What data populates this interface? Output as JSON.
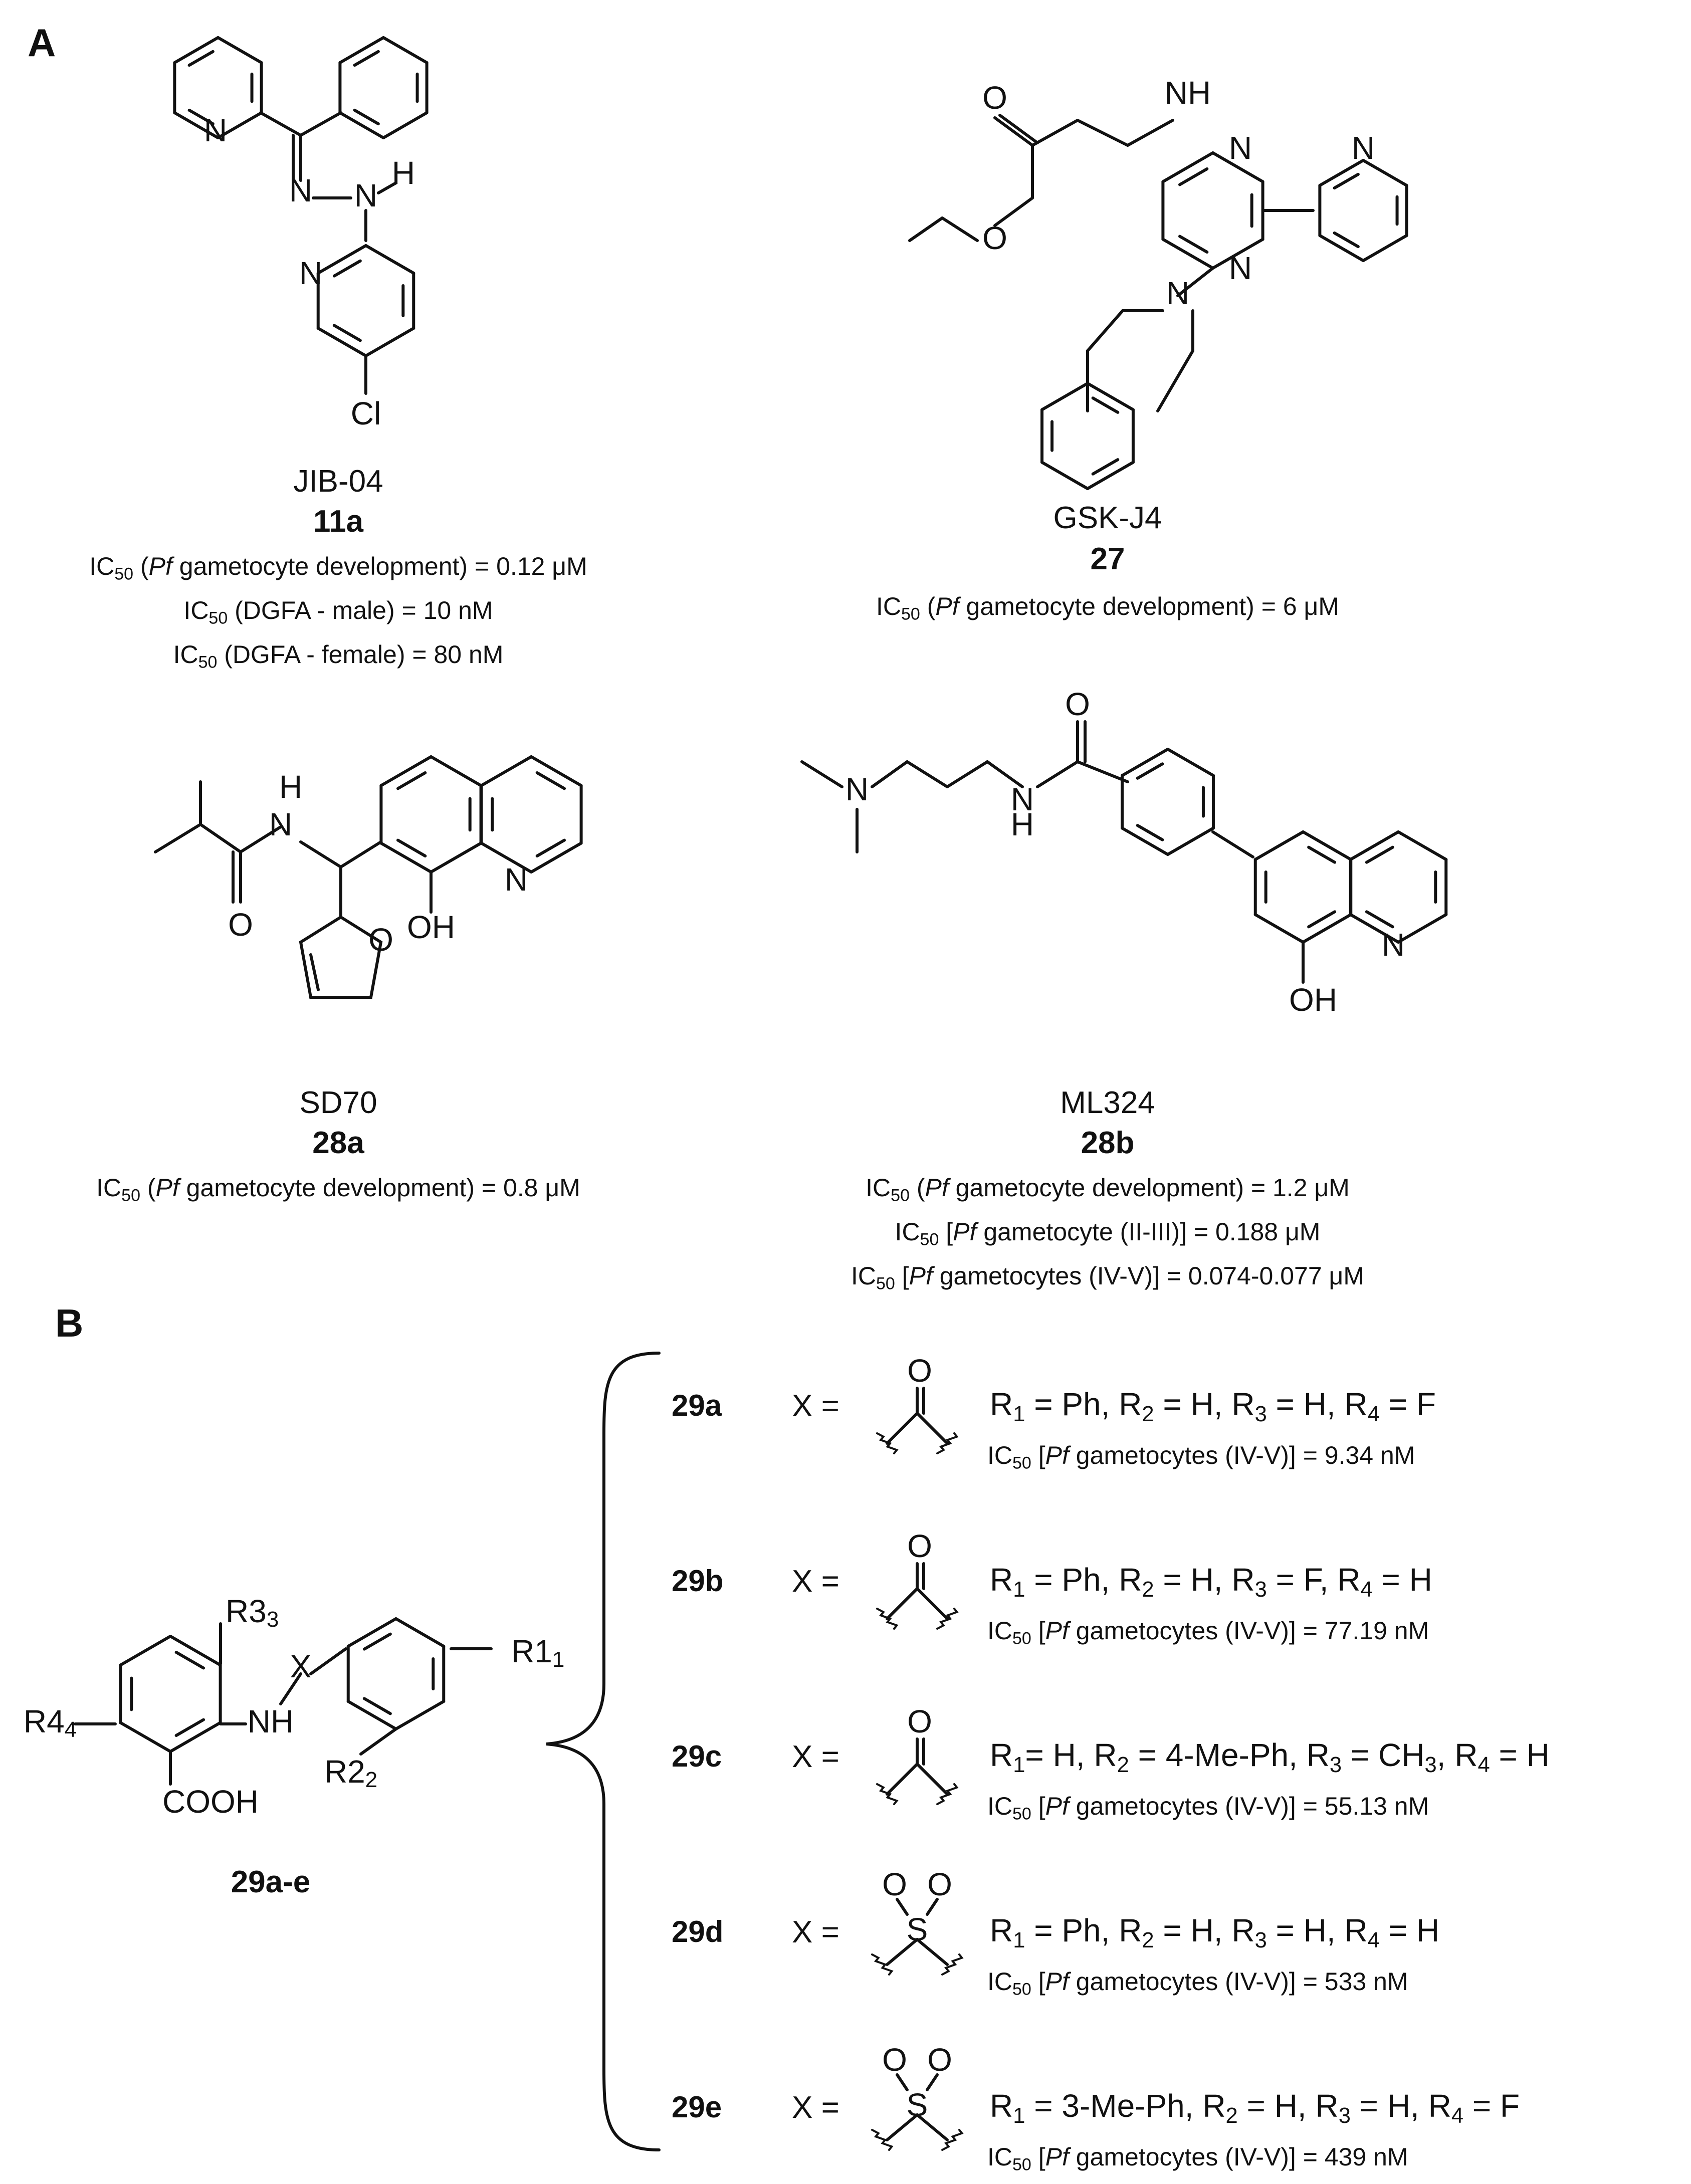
{
  "panels": {
    "a": "A",
    "b": "B"
  },
  "atoms": {
    "N": "N",
    "H": "H",
    "NH": "NH",
    "O": "O",
    "S": "S",
    "OH": "OH",
    "Cl": "Cl",
    "COOH": "COOH",
    "R1": "R1",
    "R2": "R2",
    "R3": "R3",
    "R4": "R4",
    "X": "X"
  },
  "panel_a": {
    "jib04": {
      "name": "JIB-04",
      "code": "11a",
      "ic50": [
        {
          "pre": "IC",
          "sub": "50",
          "post": " (",
          "ital": "Pf",
          "tail": " gametocyte development) = 0.12 μM"
        },
        {
          "pre": "IC",
          "sub": "50",
          "post": " (DGFA - male) = 10 nM",
          "ital": "",
          "tail": ""
        },
        {
          "pre": "IC",
          "sub": "50",
          "post": " (DGFA - female) = 80 nM",
          "ital": "",
          "tail": ""
        }
      ]
    },
    "gskj4": {
      "name": "GSK-J4",
      "code": "27",
      "ic50": [
        {
          "pre": "IC",
          "sub": "50",
          "post": " (",
          "ital": "Pf",
          "tail": " gametocyte development) = 6 μM"
        }
      ]
    },
    "sd70": {
      "name": "SD70",
      "code": "28a",
      "ic50": [
        {
          "pre": "IC",
          "sub": "50",
          "post": " (",
          "ital": "Pf",
          "tail": " gametocyte development) = 0.8 μM"
        }
      ]
    },
    "ml324": {
      "name": "ML324",
      "code": "28b",
      "ic50": [
        {
          "pre": "IC",
          "sub": "50",
          "post": " (",
          "ital": "Pf",
          "tail": " gametocyte development) = 1.2 μM"
        },
        {
          "pre": "IC",
          "sub": "50",
          "post": " [",
          "ital": "Pf",
          "tail": " gametocyte (II-III)] = 0.188 μM"
        },
        {
          "pre": "IC",
          "sub": "50",
          "post": " [",
          "ital": "Pf",
          "tail": " gametocytes (IV-V)] = 0.074-0.077 μM"
        }
      ]
    }
  },
  "panel_b": {
    "scaffold_code": "29a-e",
    "x_eq": "X =",
    "ic_prefix": "IC",
    "ic_sub": "50",
    "ic_open": " [",
    "ic_ital": "Pf",
    "ic_mid": " gametocytes (IV-V)] = ",
    "compounds": [
      {
        "id": "29a",
        "x": "carbonyl",
        "subs": [
          [
            "R",
            "1",
            " = Ph,  "
          ],
          [
            "R",
            "2",
            " = H,  "
          ],
          [
            "R",
            "3",
            " = H,  "
          ],
          [
            "R",
            "4",
            " = F"
          ]
        ],
        "ic50": "9.34 nM"
      },
      {
        "id": "29b",
        "x": "carbonyl",
        "subs": [
          [
            "R",
            "1",
            " = Ph,  "
          ],
          [
            "R",
            "2",
            " = H,  "
          ],
          [
            "R",
            "3",
            " = F,  "
          ],
          [
            "R",
            "4",
            " = H"
          ]
        ],
        "ic50": "77.19 nM"
      },
      {
        "id": "29c",
        "x": "carbonyl",
        "subs": [
          [
            "R",
            "1",
            "= H,  "
          ],
          [
            "R",
            "2",
            " = 4-Me-Ph,  "
          ],
          [
            "R",
            "3",
            " = CH"
          ],
          [
            "",
            "3",
            ",  "
          ],
          [
            "R",
            "4",
            " = H"
          ]
        ],
        "ic50": "55.13 nM"
      },
      {
        "id": "29d",
        "x": "sulfonyl",
        "subs": [
          [
            "R",
            "1",
            " = Ph,  "
          ],
          [
            "R",
            "2",
            " = H,  "
          ],
          [
            "R",
            "3",
            " = H,  "
          ],
          [
            "R",
            "4",
            " = H"
          ]
        ],
        "ic50": "533 nM"
      },
      {
        "id": "29e",
        "x": "sulfonyl",
        "subs": [
          [
            "R",
            "1",
            " = 3-Me-Ph,  "
          ],
          [
            "R",
            "2",
            " = H,  "
          ],
          [
            "R",
            "3",
            " = H,  "
          ],
          [
            "R",
            "4",
            " = F"
          ]
        ],
        "ic50": "439 nM"
      }
    ]
  }
}
